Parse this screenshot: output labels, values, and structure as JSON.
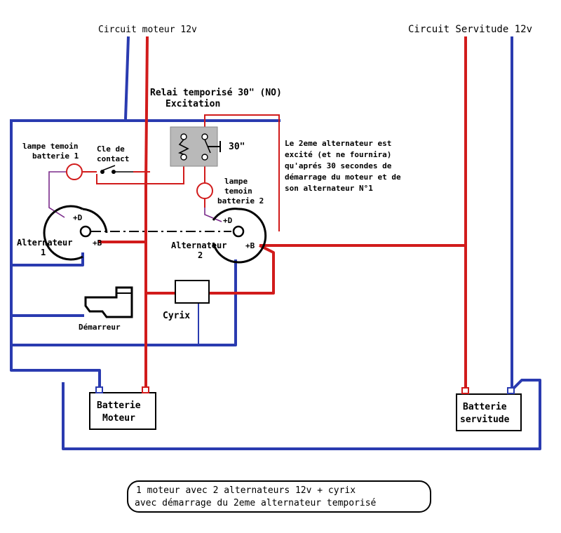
{
  "labels": {
    "circuit_moteur": "Circuit moteur 12v",
    "circuit_servitude": "Circuit Servitude 12v",
    "relai_line1": "Relai temporisé 30\" (NO)",
    "relai_line2": "Excitation",
    "relai_time": "30\"",
    "lampe1_line1": "lampe temoin",
    "lampe1_line2": "batterie 1",
    "cle_line1": "Cle de",
    "cle_line2": "contact",
    "lampe2_line1": "lampe",
    "lampe2_line2": "temoin",
    "lampe2_line3": "batterie 2",
    "note_line1": "Le 2eme alternateur est",
    "note_line2": "excité (et ne fournira)",
    "note_line3": "qu'aprés 30 secondes de",
    "note_line4": "démarrage du moteur et de",
    "note_line5": "son alternateur N°1",
    "alt1_line1": "Alternateur",
    "alt1_line2": "1",
    "alt2_line1": "Alternateur",
    "alt2_line2": "2",
    "terminal_d": "+D",
    "terminal_b": "+B",
    "demarreur": "Démarreur",
    "cyrix": "Cyrix",
    "batt_moteur_line1": "Batterie",
    "batt_moteur_line2": "Moteur",
    "batt_serv_line1": "Batterie",
    "batt_serv_line2": "servitude",
    "caption_line1": "1 moteur avec 2 alternateurs 12v + cyrix",
    "caption_line2": "avec démarrage du 2eme alternateur temporisé"
  },
  "colors": {
    "positive_wire": "#d11b1b",
    "negative_wire": "#2a3bb0",
    "lamp_wire": "#7a2a8a"
  }
}
